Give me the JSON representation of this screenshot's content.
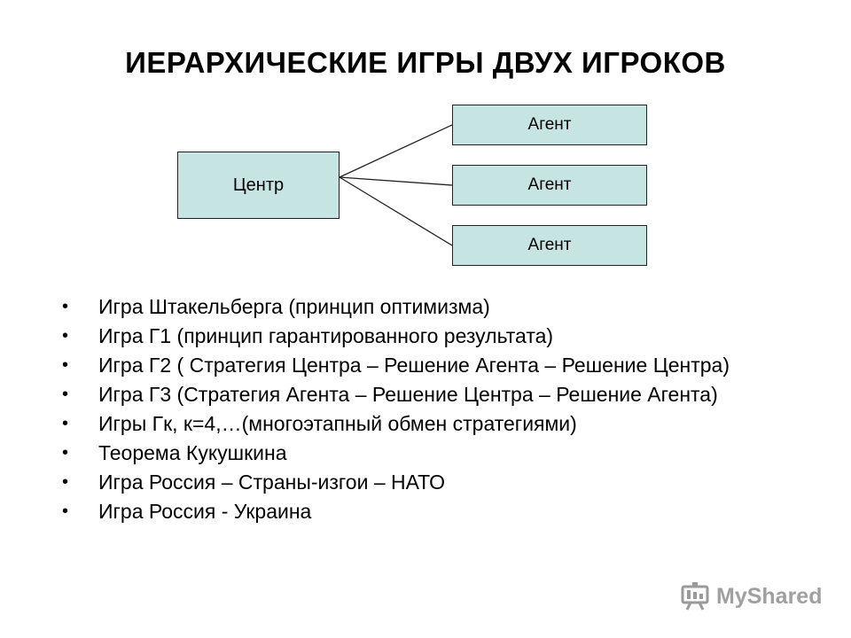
{
  "title": "ИЕРАРХИЧЕСКИЕ ИГРЫ ДВУХ ИГРОКОВ",
  "diagram": {
    "center_label": "Центр",
    "agents": [
      "Агент",
      "Агент",
      "Агент"
    ],
    "box_fill": "#c6e4e1",
    "line_color": "#222222"
  },
  "bullets": [
    "Игра Штакельберга (принцип оптимизма)",
    "Игра Г1 (принцип гарантированного результата)",
    "Игра Г2 ( Стратегия Центра – Решение Агента – Решение Центра)",
    "Игра Г3 (Стратегия Агента – Решение Центра – Решение Агента)",
    "Игры Гк, к=4,…(многоэтапный обмен стратегиями)",
    "Теорема Кукушкина",
    "Игра Россия – Страны-изгои – НАТО",
    "Игра Россия - Украина"
  ],
  "bullet_symbol": "•",
  "watermark": {
    "text": "MyShared",
    "icon": "presentation-board-icon"
  }
}
